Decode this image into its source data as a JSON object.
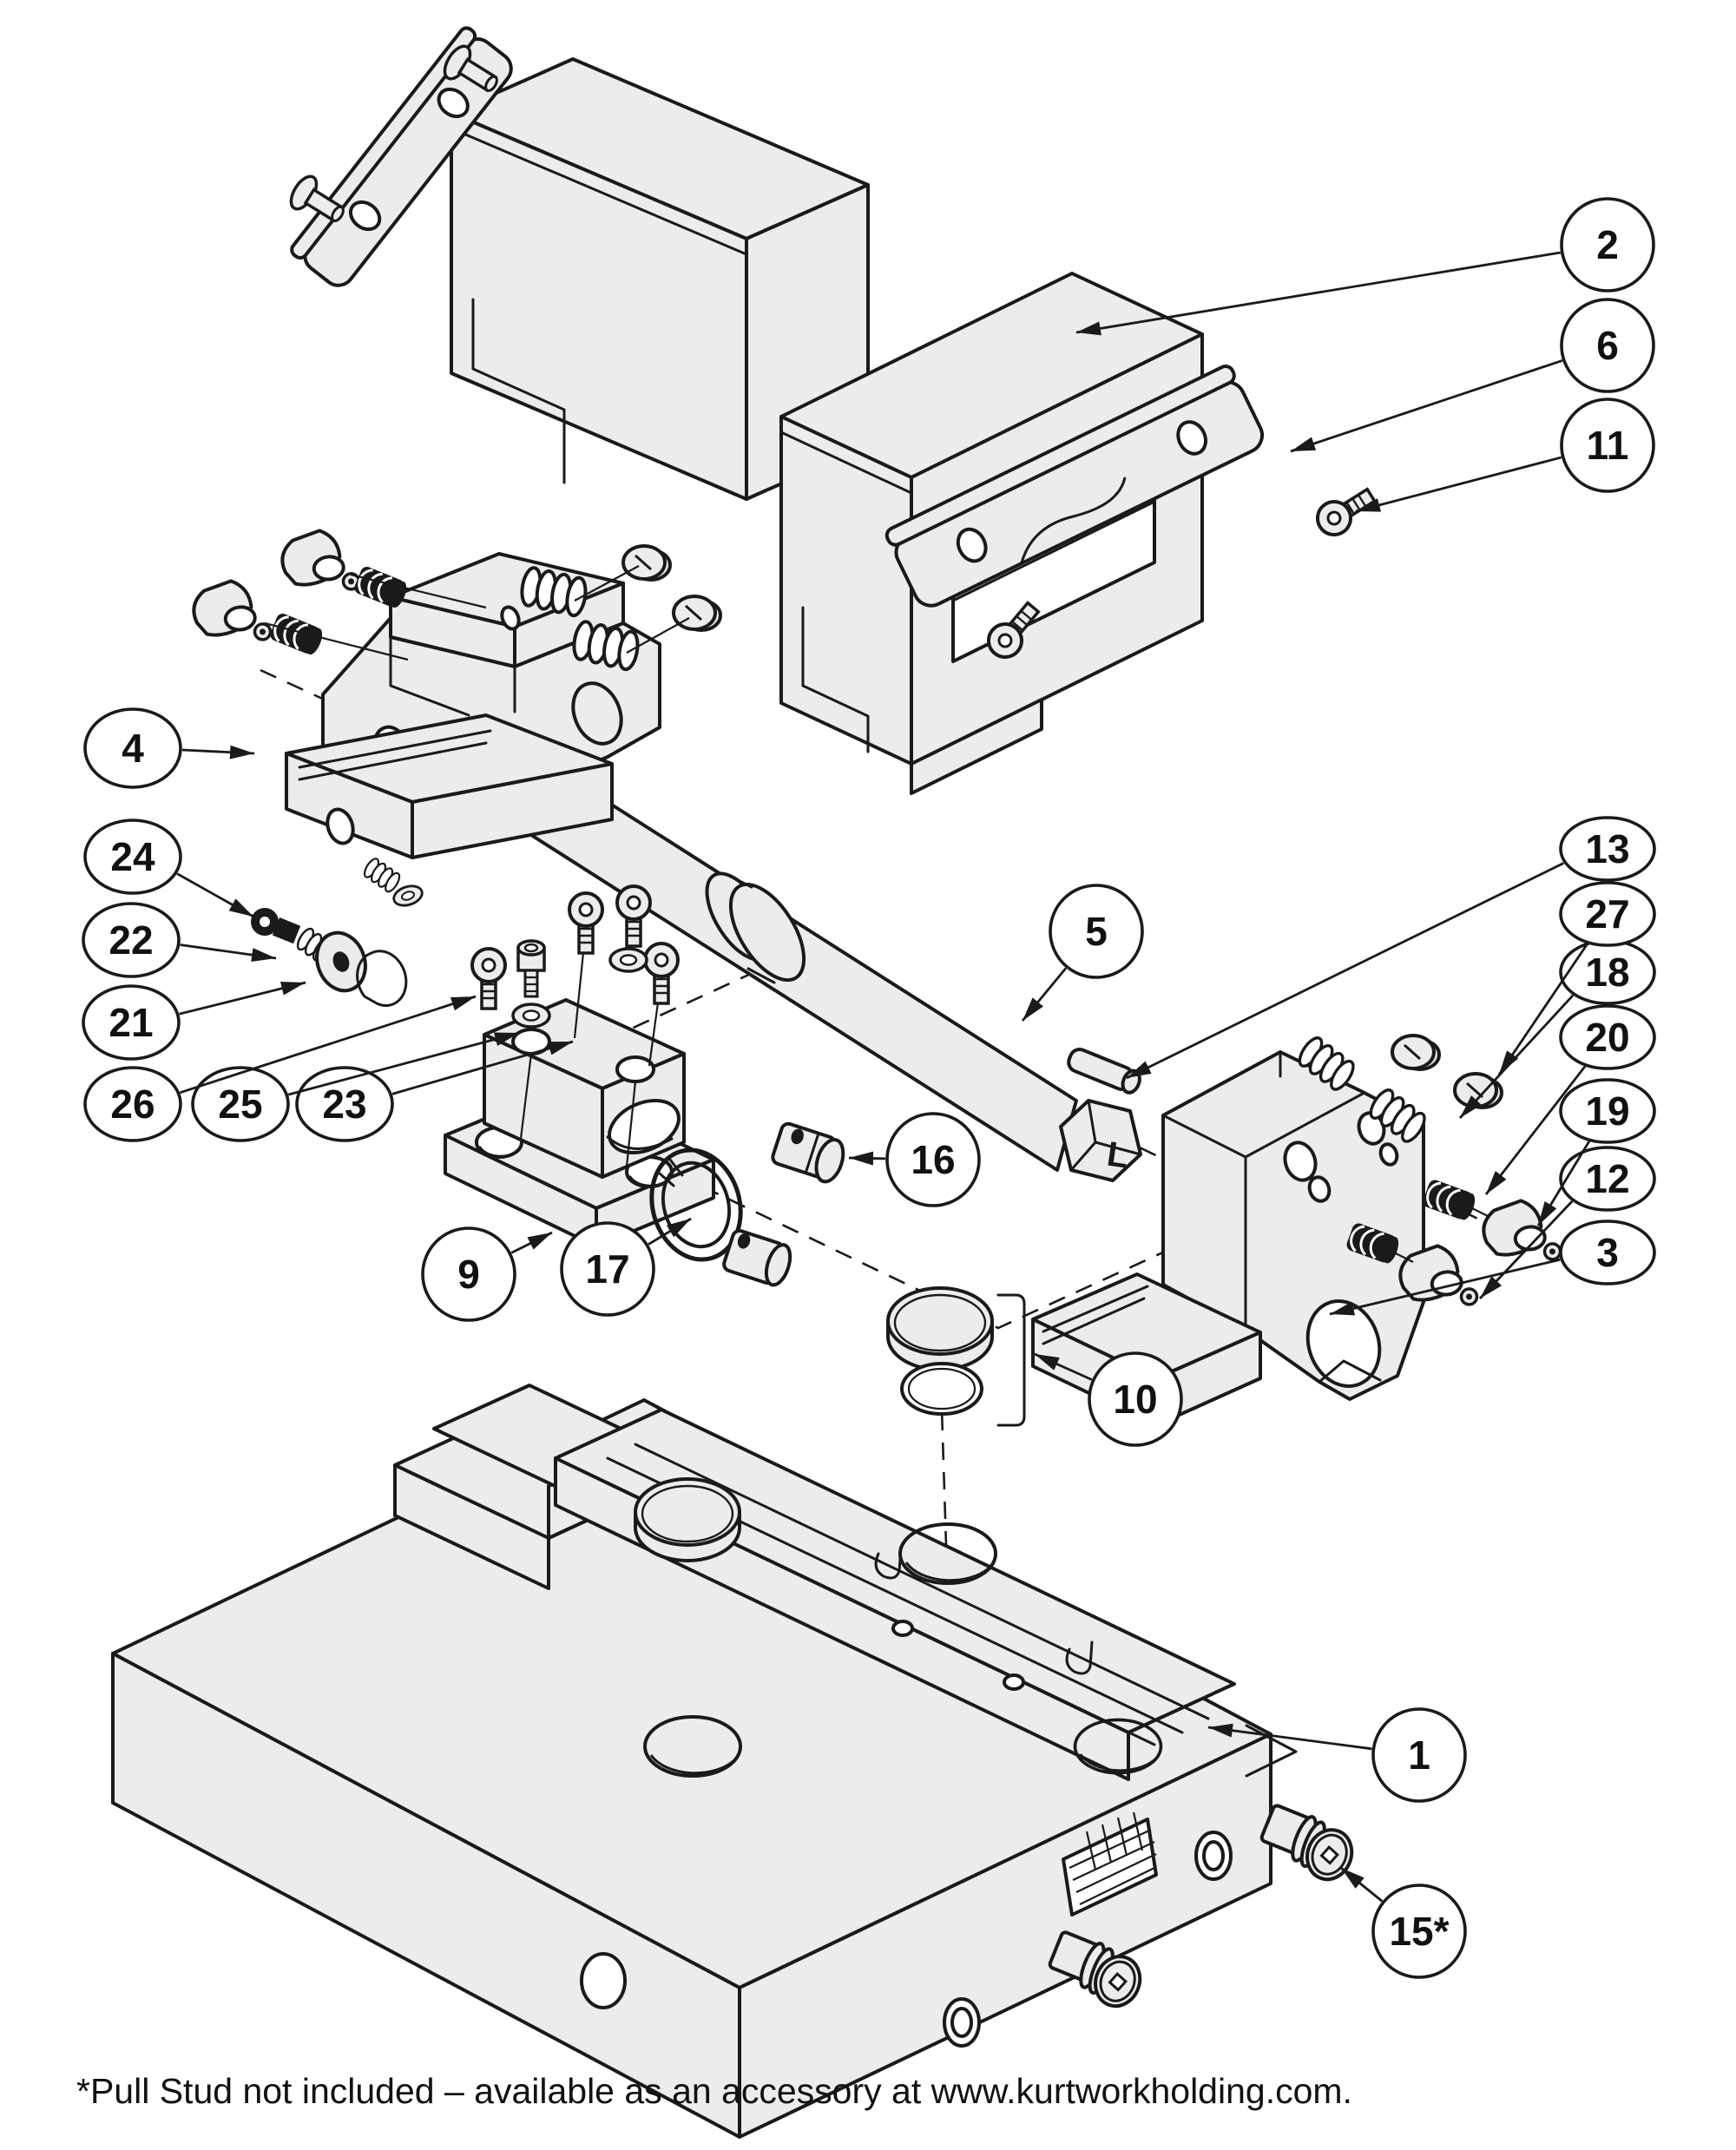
{
  "figure": {
    "type": "exploded-parts-diagram",
    "subject": "machine vise exploded view",
    "footnote": "*Pull Stud not included – available as an accessory at www.kurtworkholding.com.",
    "shaft_end_label": "L",
    "colors": {
      "line": "#1a1a1a",
      "part_fill": "#ececec",
      "background": "#ffffff",
      "balloon_fill": "#ffffff"
    },
    "callouts": [
      {
        "id": "c1",
        "label": "1"
      },
      {
        "id": "c2",
        "label": "2"
      },
      {
        "id": "c3",
        "label": "3"
      },
      {
        "id": "c4",
        "label": "4"
      },
      {
        "id": "c5",
        "label": "5"
      },
      {
        "id": "c6",
        "label": "6"
      },
      {
        "id": "c9",
        "label": "9"
      },
      {
        "id": "c10",
        "label": "10"
      },
      {
        "id": "c11",
        "label": "11"
      },
      {
        "id": "c12",
        "label": "12"
      },
      {
        "id": "c13",
        "label": "13"
      },
      {
        "id": "c15",
        "label": "15*"
      },
      {
        "id": "c16",
        "label": "16"
      },
      {
        "id": "c17",
        "label": "17"
      },
      {
        "id": "c18",
        "label": "18"
      },
      {
        "id": "c19",
        "label": "19"
      },
      {
        "id": "c20",
        "label": "20"
      },
      {
        "id": "c21",
        "label": "21"
      },
      {
        "id": "c22",
        "label": "22"
      },
      {
        "id": "c23",
        "label": "23"
      },
      {
        "id": "c24",
        "label": "24"
      },
      {
        "id": "c25",
        "label": "25"
      },
      {
        "id": "c26",
        "label": "26"
      },
      {
        "id": "c27",
        "label": "27"
      }
    ]
  }
}
